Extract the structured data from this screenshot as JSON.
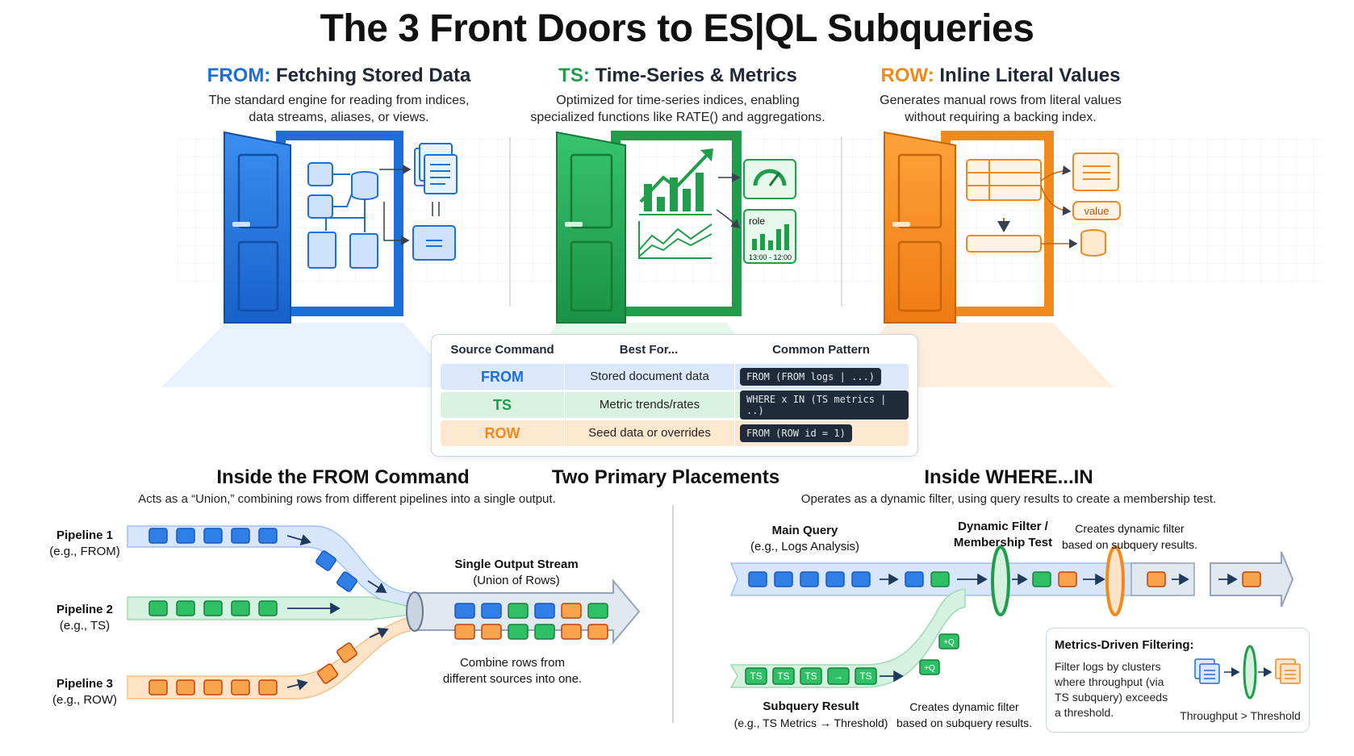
{
  "title": "The 3 Front Doors to ES|QL Subqueries",
  "doors": [
    {
      "keyword": "FROM:",
      "name": "Fetching Stored Data",
      "desc1": "The standard engine for reading from indices,",
      "desc2": "data streams, aliases, or views."
    },
    {
      "keyword": "TS:",
      "name": "Time-Series & Metrics",
      "desc1": "Optimized for time-series indices, enabling",
      "desc2": "specialized functions like RATE() and aggregations."
    },
    {
      "keyword": "ROW:",
      "name": "Inline Literal Values",
      "desc1": "Generates manual rows from literal values",
      "desc2": "without requiring a backing index."
    }
  ],
  "door_icons": {
    "ts_card_label": "role",
    "ts_card_range": "13:00 - 12:00",
    "row_value_label": "value"
  },
  "table": {
    "headers": [
      "Source Command",
      "Best For...",
      "Common Pattern"
    ],
    "rows": [
      {
        "cmd": "FROM",
        "best": "Stored document data",
        "pattern": "FROM (FROM logs | ...)"
      },
      {
        "cmd": "TS",
        "best": "Metric trends/rates",
        "pattern": "WHERE x IN (TS metrics | ..)"
      },
      {
        "cmd": "ROW",
        "best": "Seed data or overrides",
        "pattern": "FROM (ROW id = 1)"
      }
    ]
  },
  "from_section": {
    "title": "Inside the FROM Command",
    "desc": "Acts as a “Union,” combining rows from different pipelines into a single output.",
    "p1_name": "Pipeline 1",
    "p1_sub": "(e.g., FROM)",
    "p2_name": "Pipeline 2",
    "p2_sub": "(e.g., TS)",
    "p3_name": "Pipeline 3",
    "p3_sub": "(e.g., ROW)",
    "out_name": "Single Output Stream",
    "out_sub": "(Union of Rows)",
    "combine1": "Combine rows from",
    "combine2": "different sources into one."
  },
  "middle_title": "Two Primary Placements",
  "where_section": {
    "title": "Inside WHERE...IN",
    "desc": "Operates as a dynamic filter, using query results to create a membership test.",
    "main_name": "Main Query",
    "main_sub": "(e.g., Logs Analysis)",
    "filter1": "Dynamic Filter /",
    "filter2": "Membership Test",
    "creates_top1": "Creates dynamic filter",
    "creates_top2": "based on subquery results.",
    "sub_name": "Subquery Result",
    "sub_sub": "(e.g., TS Metrics → Threshold)",
    "creates_bot1": "Creates dynamic filter",
    "creates_bot2": "based on subquery results.",
    "ts_chip": "TS",
    "q_chip": "+Q",
    "arrow_chip": "→",
    "metrics_title": "Metrics-Driven Filtering:",
    "metrics_l1": "Filter logs by clusters",
    "metrics_l2": "where throughput (via",
    "metrics_l3": "TS subquery) exceeds",
    "metrics_l4": "a threshold.",
    "metrics_caption": "Throughput > Threshold"
  },
  "colors": {
    "blue": "#1d6fd8",
    "green": "#1f9d4b",
    "orange": "#f08a1c",
    "code_bg": "#1f2b3a"
  }
}
